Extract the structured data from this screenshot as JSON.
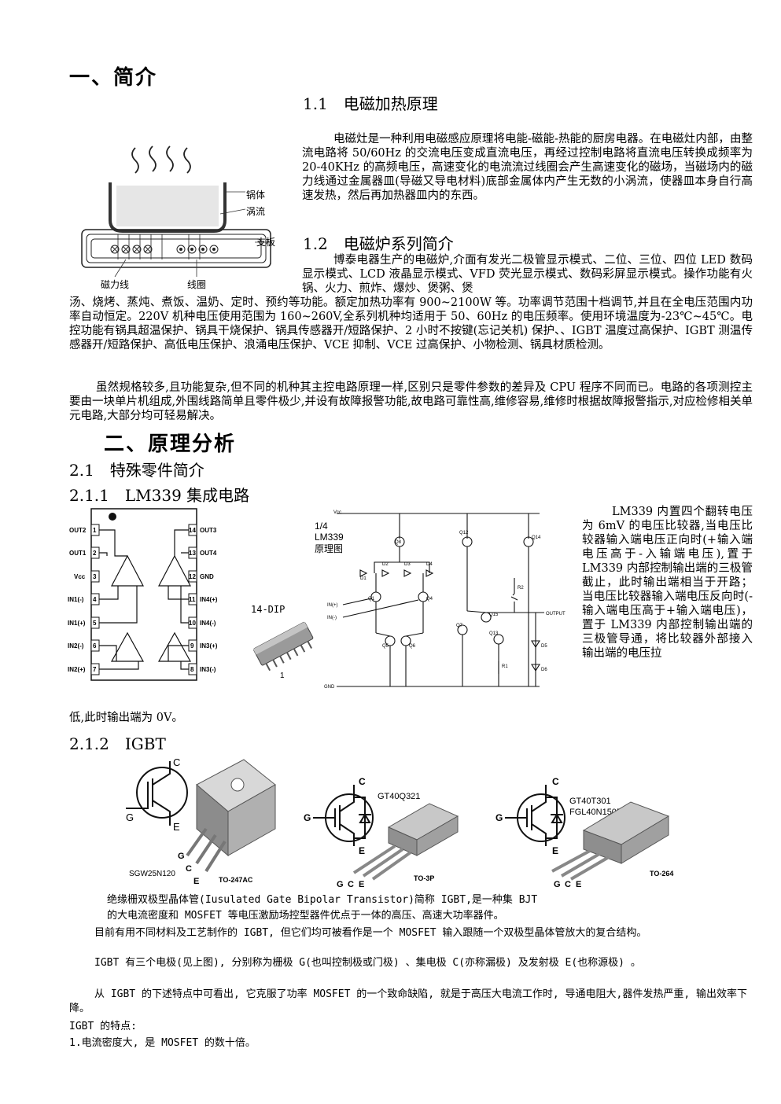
{
  "sec1": {
    "title": "一、简介",
    "sub1": "1.1　电磁加热原理",
    "p1": "电磁灶是一种利用电磁感应原理将电能-磁能-热能的厨房电器。在电磁灶内部，由整流电路将 50/60Hz 的交流电压变成直流电压，再经过控制电路将直流电压转换成频率为 20-40KHz 的高频电压，高速变化的电流流过线圈会产生高速变化的磁场，当磁场内的磁力线通过金属器皿(导磁又导电材料)底部金属体内产生无数的小涡流，使器皿本身自行高速发热，然后再加热器皿内的东西。",
    "sub2": "1.2　电磁炉系列简介",
    "p2a": "博泰电器生产的电磁炉,介面有发光二极管显示模式、二位、三位、四位 LED 数码显示模式、LCD 液晶显示模式、VFD 荧光显示模式、数码彩屏显示模式。操作功能有火锅、火力、煎炸、爆炒、煲粥、煲",
    "p2b": "汤、烧烤、蒸炖、煮饭、温奶、定时、预约等功能。额定加热功率有 900~2100W 等。功率调节范围十档调节,并且在全电压范围内功率自动恒定。220V 机种电压使用范围为 160~260V,全系列机种均适用于 50、60Hz 的电压频率。使用环境温度为-23℃~45℃。电控功能有锅具超温保护、锅具干烧保护、锅具传感器开/短路保护、2 小时不按键(忘记关机) 保护、、IGBT 温度过高保护、IGBT 测温传感器开/短路保护、高低电压保护、浪涌电压保护、VCE 抑制、VCE 过高保护、小物检测、锅具材质检测。",
    "p3": "虽然规格较多,且功能复杂,但不同的机种其主控电路原理一样,区别只是零件参数的差异及 CPU 程序不同而已。电路的各项测控主要由一块单片机组成,外围线路简单且零件极少,并设有故障报警功能,故电路可靠性高,维修容易,维修时根据故障报警指示,对应检修相关单元电路,大部分均可轻易解决。",
    "fig": {
      "pot": "锅体",
      "eddy": "涡流",
      "plate": "支板",
      "flux": "磁力线",
      "coil": "线圈"
    }
  },
  "sec2": {
    "title": "二、原理分析",
    "s21": "2.1　特殊零件简介",
    "s211": "2.1.1　LM339 集成电路",
    "lm_text": "LM339 内置四个翻转电压为 6mV 的电压比较器,当电压比较器输入端电压正向时(+输入端电压高于-入输端电压),置于 LM339 内部控制输出端的三极管截止，此时输出端相当于开路；当电压比较器输入端电压反向时(-输入端电压高于+输入端电压)，置于 LM339 内部控制输出端的三极管导通，将比较器外部接入输出端的电压拉",
    "lm_tail": "低,此时输出端为 0V。",
    "s212": "2.1.2　IGBT",
    "chip": {
      "pins_left": [
        "OUT2",
        "OUT1",
        "Vcc",
        "IN1(-)",
        "IN1(+)",
        "IN2(-)",
        "IN2(+)"
      ],
      "pins_right": [
        "OUT3",
        "OUT4",
        "GND",
        "IN4(+)",
        "IN4(-)",
        "IN3(+)",
        "IN3(-)"
      ],
      "nums_left": [
        "1",
        "2",
        "3",
        "4",
        "5",
        "6",
        "7"
      ],
      "nums_right": [
        "14",
        "13",
        "12",
        "11",
        "10",
        "9",
        "8"
      ],
      "dip": "14-DIP",
      "dip_num": "1"
    },
    "schem": {
      "frac": "1/4",
      "name": "LM339",
      "sub": "原理图",
      "vcc": "Vcc",
      "in_plus": "IN(+)",
      "in_minus": "IN(-)",
      "out": "OUTPUT",
      "gnd": "GND",
      "labels": [
        "Q8",
        "Q12",
        "Q14",
        "D2",
        "D3",
        "D4",
        "D1",
        "Q1",
        "Q4",
        "Q5",
        "Q6",
        "Q7",
        "Q13",
        "Q15",
        "R2",
        "R1",
        "D5",
        "D6"
      ]
    },
    "igbt": {
      "p1": {
        "model": "SGW25N120",
        "pkg": "TO-247AC"
      },
      "p2": {
        "model": "GT40Q321",
        "pkg": "TO-3P"
      },
      "p3": {
        "model1": "GT40T301",
        "model2": "FGL40N150D",
        "pkg": "TO-264"
      },
      "g": "G",
      "c": "C",
      "e": "E"
    },
    "t1": "绝缘栅双极型晶体管(Iusulated Gate Bipolar Transistor)简称 IGBT,是一种集 BJT",
    "t2": "的大电流密度和 MOSFET 等电压激励场控型器件优点于一体的高压、高速大功率器件。",
    "t3": "目前有用不同材料及工艺制作的 IGBT, 但它们均可被看作是一个 MOSFET 输入跟随一个双极型晶体管放大的复合结构。",
    "t4": "IGBT 有三个电极(见上图), 分别称为栅极 G(也叫控制极或门极) 、集电极 C(亦称漏极) 及发射极 E(也称源极) 。",
    "t5": "从 IGBT 的下述特点中可看出, 它克服了功率 MOSFET 的一个致命缺陷, 就是于高压大电流工作时, 导通电阻大,器件发热严重, 输出效率下降。",
    "t6": "IGBT 的特点:",
    "t7": "1.电流密度大, 是 MOSFET 的数十倍。"
  }
}
